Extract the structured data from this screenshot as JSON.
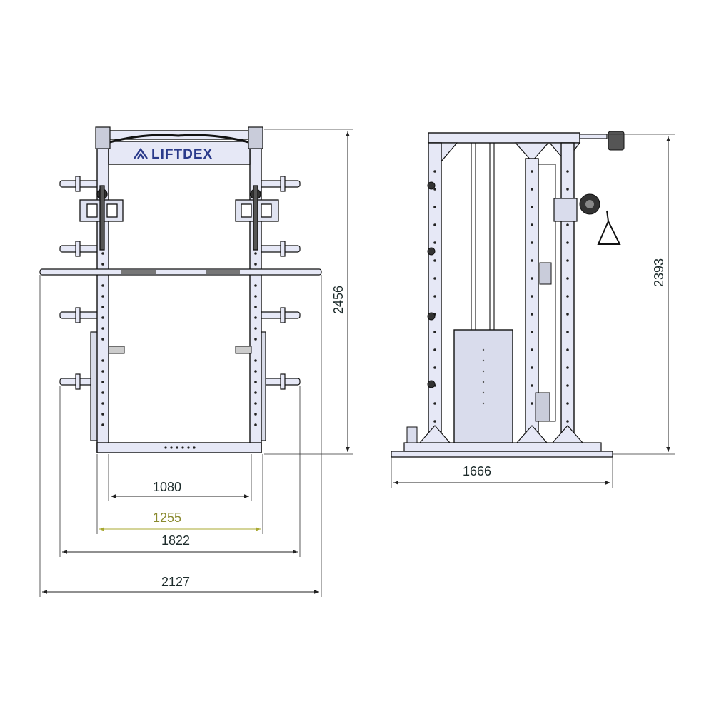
{
  "brand": {
    "name": "LIFTDEX"
  },
  "front_view": {
    "dimensions": {
      "height": "2456",
      "inner_width": "1080",
      "base_width": "1255",
      "plate_span": "1822",
      "bar_span": "2127"
    }
  },
  "side_view": {
    "dimensions": {
      "height": "2393",
      "depth": "1666"
    }
  },
  "colors": {
    "frame_fill": "#e6e8f6",
    "line": "#101010",
    "dim_line": "#222222",
    "accent_dim": "#a8a830",
    "logo": "#2a3a8a"
  }
}
